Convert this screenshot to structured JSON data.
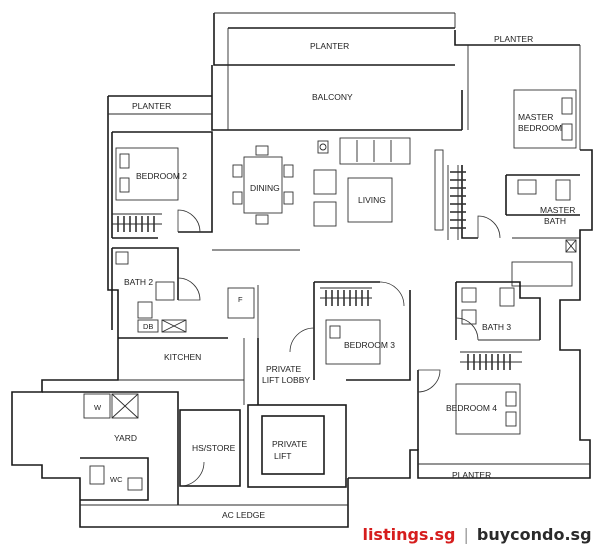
{
  "rooms": {
    "planter_top": "PLANTER",
    "planter_top_right": "PLANTER",
    "planter_left": "PLANTER",
    "balcony": "BALCONY",
    "master_bedroom": [
      "MASTER",
      "BEDROOM"
    ],
    "bedroom_2": "BEDROOM 2",
    "dining": "DINING",
    "living": "LIVING",
    "master_bath": [
      "MASTER",
      "BATH"
    ],
    "bath_2": "BATH 2",
    "db": "DB",
    "fridge": "F",
    "kitchen": "KITCHEN",
    "private_lift_lobby": [
      "PRIVATE",
      "LIFT LOBBY"
    ],
    "bedroom_3": "BEDROOM 3",
    "bath_3": "BATH 3",
    "bedroom_4": "BEDROOM 4",
    "washer": "W",
    "yard": "YARD",
    "hs_store": "HS/STORE",
    "private_lift": [
      "PRIVATE",
      "LIFT"
    ],
    "wc": "WC",
    "planter_bottom": "PLANTER",
    "ac_ledge": "AC LEDGE"
  },
  "watermark": {
    "left": "listings.sg",
    "separator": "|",
    "right": "buycondo.sg"
  },
  "colors": {
    "ink": "#1a1a1a",
    "watermark_red": "#d61d1d"
  }
}
